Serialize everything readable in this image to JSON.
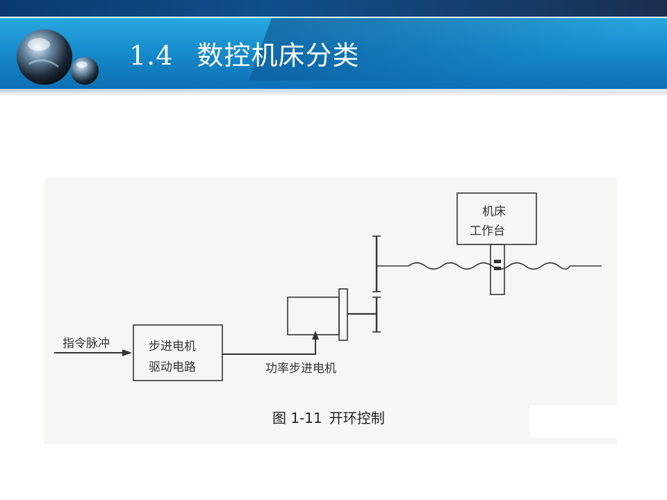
{
  "slide": {
    "title_number": "1.4",
    "title_text": "数控机床分类"
  },
  "diagram": {
    "input_label": "指令脉冲",
    "driver_box": {
      "line1": "步进电机",
      "line2": "驱动电路"
    },
    "motor_label": "功率步进电机",
    "table_box": {
      "line1": "机床",
      "line2": "工作台"
    }
  },
  "caption": {
    "figure_number": "图 1-11",
    "figure_title": "开环控制"
  },
  "colors": {
    "banner": "#168ccc",
    "top_strip": "#0f4f8c",
    "figure_background": "#f6f6f4",
    "line_color": "#333333"
  },
  "icons": [
    "globe-orb-large",
    "globe-orb-small"
  ]
}
